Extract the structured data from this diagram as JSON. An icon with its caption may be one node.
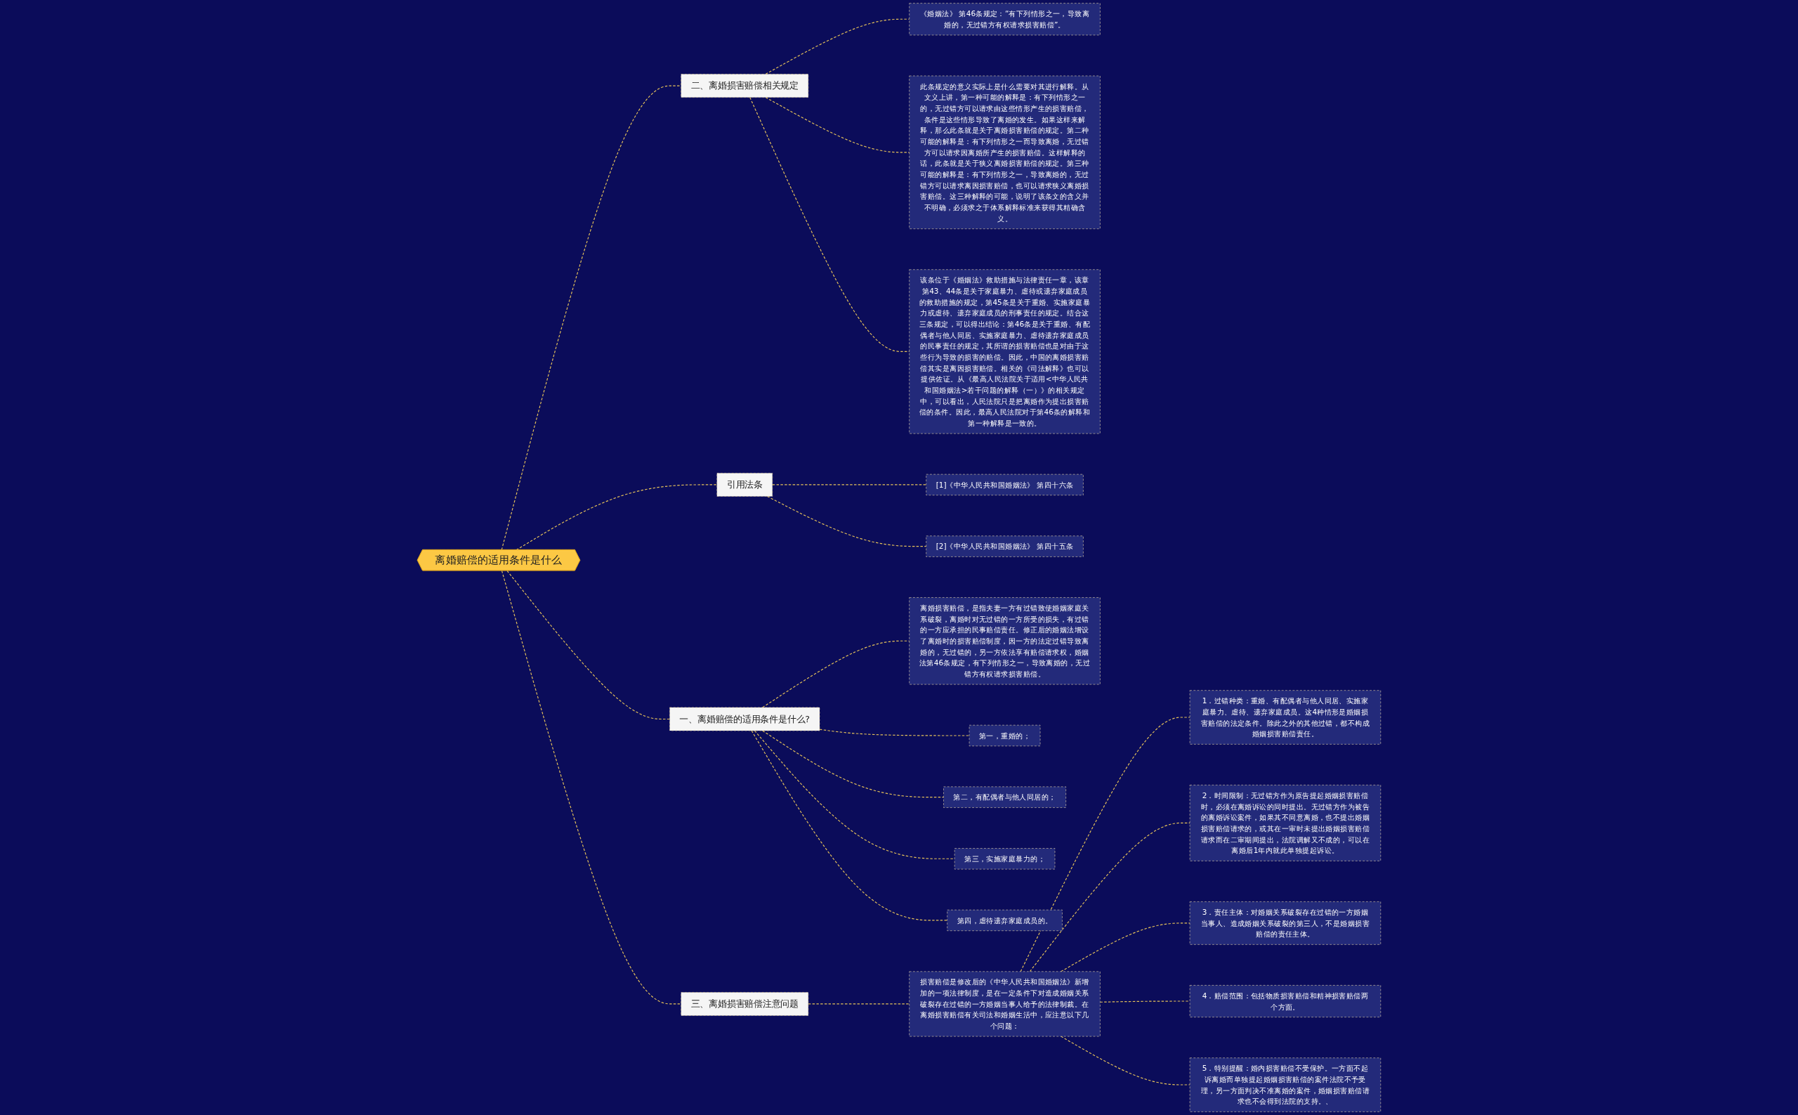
{
  "diagram": {
    "nodes": [
      {
        "text": [
          "离婚赔偿的适用条件是什么"
        ]
      },
      {
        "text": [
          "二、离婚损害赔偿相关规定"
        ]
      },
      {
        "text": [
          "《婚姻法》 第46条规定：“有下列情形之一，导致离婚的，无过错方有权请求损害赔偿”。"
        ]
      },
      {
        "text": [
          "此条规定的意义实际上是什么需要对其进行解释。从文义上讲，第一种可能的解释是：有下列情形之一的，无过错方可以请求由这些情形产生的损害赔偿，条件是这些情形导致了离婚的发生。如果这样来解释，那么此条就是关于离婚损害赔偿的规定。第二种可能的解释是：有下列情形之一而导致离婚，无过错方可以请求因离婚所产生的损害赔偿。这样解释的话，此条就是关于狭义离婚损害赔偿的规定。第三种可能的解释是：有下列情形之一，导致离婚的，无过错方可以请求离因损害赔偿，也可以请求狭义离婚损害赔偿。这三种解释的可能，说明了该条文的含义并不明确，必须求之于体系解释标准来获得其精确含义。"
        ]
      },
      {
        "text": [
          "该条位于《婚姻法》救助措施与法律责任一章，该章第43、44条是关于家庭暴力、虐待或遗弃家庭成员的救助措施的规定，第45条是关于重婚、实施家庭暴力或虐待、遗弃家庭成员的刑事责任的规定。结合这三条规定，可以得出结论：第46条是关于重婚、有配偶者与他人同居、实施家庭暴力、虐待遗弃家庭成员的民事责任的规定，其所谓的损害赔偿也是对由于这些行为导致的损害的赔偿。因此，中国的离婚损害赔偿其实是离因损害赔偿。相关的《司法解释》也可以提供佐证。从《最高人民法院关于适用<中华人民共和国婚姻法>若干问题的解释（一）》的相关规定中，可以看出，人民法院只是把离婚作为提出损害赔偿的条件。因此，最高人民法院对于第46条的解释和第一种解释是一致的。"
        ]
      },
      {
        "text": [
          "引用法条"
        ]
      },
      {
        "text": [
          "[1]《中华人民共和国婚姻法》 第四十六条"
        ]
      },
      {
        "text": [
          "[2]《中华人民共和国婚姻法》 第四十五条"
        ]
      },
      {
        "text": [
          "一、离婚赔偿的适用条件是什么?"
        ]
      },
      {
        "text": [
          "离婚损害赔偿，是指夫妻一方有过错致使婚姻家庭关系破裂，离婚时对无过错的一方所受的损失，有过错的一方应承担的民事赔偿责任。修正后的婚姻法增设了离婚时的损害赔偿制度，因一方的法定过错导致离婚的，无过错的，另一方依法享有赔偿请求权，婚姻法第46条规定，有下列情形之一，导致离婚的，无过错方有权请求损害赔偿。"
        ]
      },
      {
        "text": [
          "第一，重婚的；"
        ]
      },
      {
        "text": [
          "第二，有配偶者与他人同居的；"
        ]
      },
      {
        "text": [
          "第三，实施家庭暴力的；"
        ]
      },
      {
        "text": [
          "第四，虐待遗弃家庭成员的。"
        ]
      },
      {
        "text": [
          "三、离婚损害赔偿注意问题"
        ]
      },
      {
        "text": [
          "损害赔偿是修改后的《中华人民共和国婚姻法》新增加的一项法律制度，是在一定条件下对造成婚姻关系破裂存在过错的一方婚姻当事人给予的法律制裁。在离婚损害赔偿有关司法和婚姻生活中，应注意以下几个问题："
        ]
      },
      {
        "text": [
          "1．过错种类：重婚、有配偶者与他人同居、实施家庭暴力、虐待、遗弃家庭成员。这4种情形是婚姻损害赔偿的法定条件。除此之外的其他过错，都不构成婚姻损害赔偿责任。"
        ]
      },
      {
        "text": [
          "2．时间限制：无过错方作为原告提起婚姻损害赔偿时，必须在离婚诉讼的同时提出。无过错方作为被告的离婚诉讼案件，如果其不同意离婚，也不提出婚姻损害赔偿请求的，或其在一审时未提出婚姻损害赔偿请求而在二审期间提出，法院调解又不成的，可以在离婚后1年内就此单独提起诉讼。"
        ]
      },
      {
        "text": [
          "3．责任主体：对婚姻关系破裂存在过错的一方婚姻当事人、造成婚姻关系破裂的第三人，不是婚姻损害赔偿的责任主体。"
        ]
      },
      {
        "text": [
          "4．赔偿范围：包括物质损害赔偿和精神损害赔偿两个方面。"
        ]
      },
      {
        "text": [
          "5．特别提醒：婚内损害赔偿不受保护。一方面不起诉离婚而单独提起婚姻损害赔偿的案件法院不予受理，另一方面判决不准离婚的案件，婚姻损害赔偿请求也不会得到法院的支持。、"
        ]
      }
    ],
    "edges": [
      {
        "from": 0,
        "to": 1,
        "arrow": "none",
        "style": "dashed"
      },
      {
        "from": 1,
        "to": 2,
        "arrow": "none",
        "style": "dashed"
      },
      {
        "from": 1,
        "to": 3,
        "arrow": "none",
        "style": "dashed"
      },
      {
        "from": 1,
        "to": 4,
        "arrow": "none",
        "style": "dashed"
      },
      {
        "from": 0,
        "to": 5,
        "arrow": "none",
        "style": "dashed"
      },
      {
        "from": 5,
        "to": 6,
        "arrow": "none",
        "style": "dashed"
      },
      {
        "from": 5,
        "to": 7,
        "arrow": "none",
        "style": "dashed"
      },
      {
        "from": 0,
        "to": 8,
        "arrow": "none",
        "style": "dashed"
      },
      {
        "from": 8,
        "to": 9,
        "arrow": "none",
        "style": "dashed"
      },
      {
        "from": 8,
        "to": 10,
        "arrow": "none",
        "style": "dashed"
      },
      {
        "from": 8,
        "to": 11,
        "arrow": "none",
        "style": "dashed"
      },
      {
        "from": 8,
        "to": 12,
        "arrow": "none",
        "style": "dashed"
      },
      {
        "from": 8,
        "to": 13,
        "arrow": "none",
        "style": "dashed"
      },
      {
        "from": 0,
        "to": 14,
        "arrow": "none",
        "style": "dashed"
      },
      {
        "from": 14,
        "to": 15,
        "arrow": "none",
        "style": "dashed"
      },
      {
        "from": 15,
        "to": 16,
        "arrow": "none",
        "style": "dashed"
      },
      {
        "from": 15,
        "to": 17,
        "arrow": "none",
        "style": "dashed"
      },
      {
        "from": 15,
        "to": 18,
        "arrow": "none",
        "style": "dashed"
      },
      {
        "from": 15,
        "to": 19,
        "arrow": "none",
        "style": "dashed"
      },
      {
        "from": 15,
        "to": 20,
        "arrow": "none",
        "style": "dashed"
      }
    ]
  }
}
